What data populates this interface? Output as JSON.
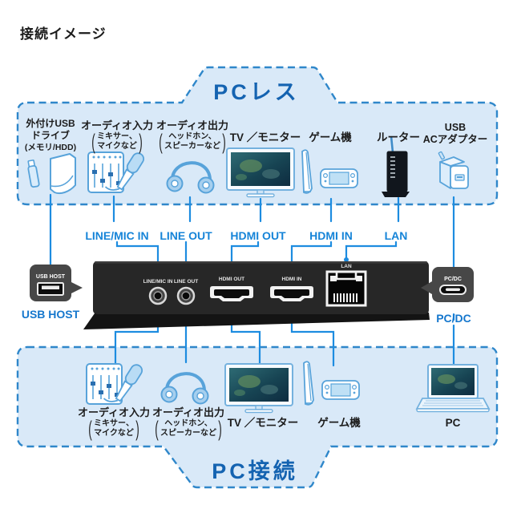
{
  "title": "接続イメージ",
  "punctuation": {
    "paren_open": "(",
    "paren_close": ")"
  },
  "top_section": {
    "heading": "PCレス",
    "devices": [
      {
        "line1": "外付けUSB",
        "line2": "ドライブ",
        "line3": "(メモリ/HDD)"
      },
      {
        "label": "オーディオ入力",
        "paren_line1": "ミキサー、",
        "paren_line2": "マイクなど"
      },
      {
        "label": "オーディオ出力",
        "paren_line1": "ヘッドホン、",
        "paren_line2": "スピーカーなど"
      },
      {
        "label": "TV ／モニター"
      },
      {
        "label": "ゲーム機"
      },
      {
        "label": "ルーター"
      },
      {
        "line1": "USB",
        "line2": "ACアダプター"
      }
    ]
  },
  "connections": {
    "line_mic_in": "LINE/MIC IN",
    "line_out": "LINE OUT",
    "hdmi_out": "HDMI OUT",
    "hdmi_in": "HDMI IN",
    "lan": "LAN",
    "usb_host": "USB HOST",
    "pc_dc": "PC/DC"
  },
  "bottom_section": {
    "heading": "PC接続",
    "devices": [
      {
        "label": "オーディオ入力",
        "paren_line1": "ミキサー、",
        "paren_line2": "マイクなど"
      },
      {
        "label": "オーディオ出力",
        "paren_line1": "ヘッドホン、",
        "paren_line2": "スピーカーなど"
      },
      {
        "label": "TV ／モニター"
      },
      {
        "label": "ゲーム機"
      },
      {
        "label": "PC"
      }
    ]
  },
  "colors": {
    "accent_blue": "#1577cd",
    "heading_blue": "#1463b1",
    "panel_fill": "#d9e9f8",
    "dash_border": "#2f87ca",
    "connector_blue": "#1d8ce0",
    "device_black": "#272727"
  }
}
